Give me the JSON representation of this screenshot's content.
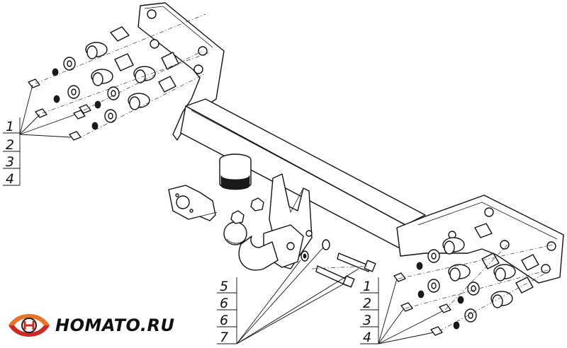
{
  "left_callouts": [
    "1",
    "2",
    "3",
    "4"
  ],
  "right_callouts": [
    "1",
    "2",
    "3",
    "4"
  ],
  "center_callouts": [
    "5",
    "6",
    "6",
    "7"
  ],
  "logo": {
    "text": "HOMATO.RU",
    "colors": {
      "orange": "#e8742a",
      "red": "#cc2a22",
      "dark": "#1a1a1a"
    }
  }
}
